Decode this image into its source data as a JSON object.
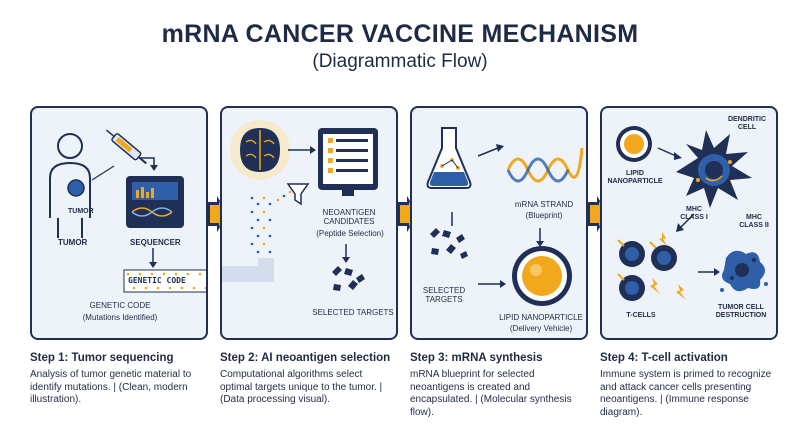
{
  "header": {
    "title": "mRNA CANCER VACCINE MECHANISM",
    "subtitle": "(Diagrammatic Flow)"
  },
  "panel1": {
    "tumor_label_body": "TUMOR",
    "tumor_label": "TUMOR",
    "sequencer_label": "SEQUENCER",
    "code_strip": "GENETIC CODE",
    "genetic_code_label": "GENETIC CODE",
    "genetic_code_sub": "(Mutations Identified)"
  },
  "panel2": {
    "candidates_label": "NEOANTIGEN CANDIDATES",
    "candidates_sub": "(Peptide Selection)",
    "selected_label": "SELECTED TARGETS"
  },
  "panel3": {
    "strand_label": "mRNA STRAND",
    "strand_sub": "(Blueprint)",
    "targets_label": "SELECTED TARGETS",
    "lnp_label": "LIPID NANOPARTICLE",
    "lnp_sub": "(Delivery Vehicle)"
  },
  "panel4": {
    "dendritic_label": "DENDRITIC CELL",
    "lipid_label": "LIPID NANOPARTICLE",
    "mhc1_label": "MHC CLASS I",
    "mhc2_label": "MHC CLASS II",
    "tcells_label": "T-CELLS",
    "destruction_label": "TUMOR CELL DESTRUCTION"
  },
  "steps": [
    {
      "title": "Step 1: Tumor sequencing",
      "desc": "Analysis of tumor genetic material to identify mutations. | (Clean, modern illustration)."
    },
    {
      "title": "Step 2: AI neoantigen selection",
      "desc": "Computational algorithms select optimal targets unique to the tumor. | (Data processing visual)."
    },
    {
      "title": "Step 3: mRNA synthesis",
      "desc": "mRNA blueprint for selected neoantigens is created and encapsulated. | (Molecular synthesis flow)."
    },
    {
      "title": "Step 4: T-cell activation",
      "desc": "Immune system is primed to recognize and attack cancer cells presenting neoantigens. | (Immune response diagram)."
    }
  ],
  "colors": {
    "navy": "#1f2f55",
    "panel_bg": "#eef3fa",
    "gold": "#f2a81d",
    "blue": "#2e5fa8"
  }
}
